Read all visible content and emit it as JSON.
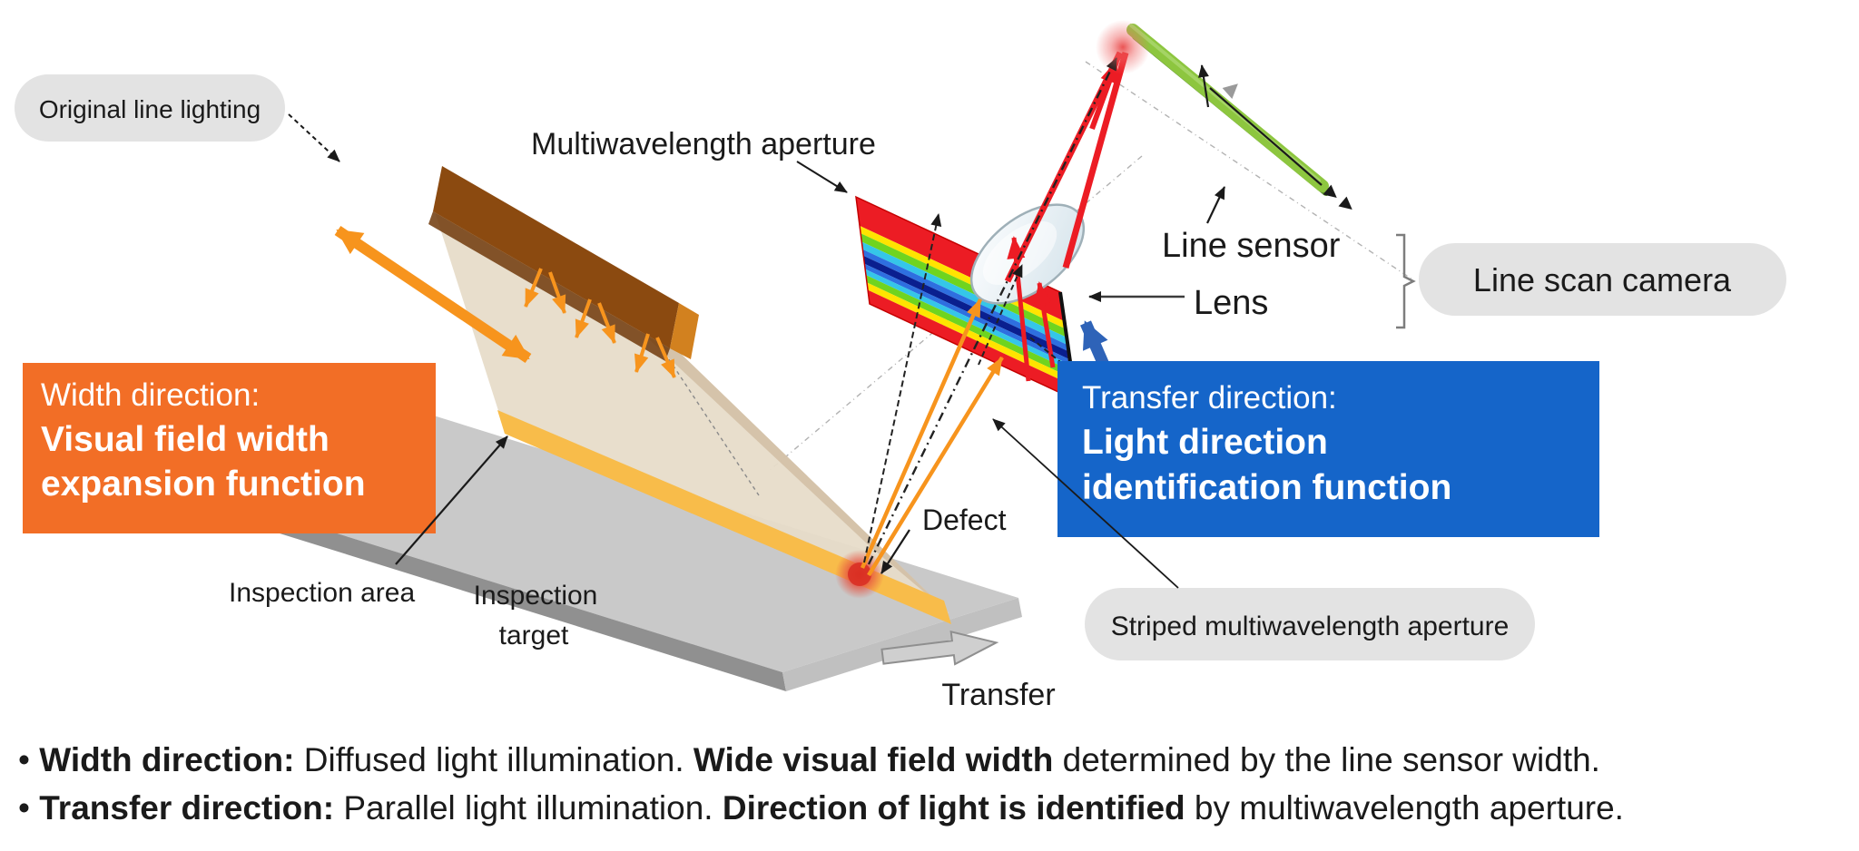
{
  "labels": {
    "original_line_lighting": "Original line lighting",
    "multiwavelength_aperture": "Multiwavelength aperture",
    "line_sensor": "Line sensor",
    "lens": "Lens",
    "line_scan_camera": "Line scan camera",
    "striped_aperture": "Striped multiwavelength aperture",
    "inspection_area": "Inspection area",
    "inspection_target_1": "Inspection",
    "inspection_target_2": "target",
    "defect": "Defect",
    "transfer": "Transfer"
  },
  "boxes": {
    "width": {
      "t1": "Width direction:",
      "t2": "Visual field width",
      "t3": "expansion function"
    },
    "transfer": {
      "t1": "Transfer direction:",
      "t2": "Light direction",
      "t3": "identification function"
    }
  },
  "bullets": {
    "b1": {
      "s0": "• ",
      "s1": "Width direction:",
      "s2": " Diffused light illumination. ",
      "s3": "Wide visual field width",
      "s4": " determined by the line sensor width."
    },
    "b2": {
      "s0": "• ",
      "s1": "Transfer direction:",
      "s2": " Parallel light illumination. ",
      "s3": "Direction of light is identified",
      "s4": " by multiwavelength aperture."
    }
  },
  "colors": {
    "orange_box": "#F26E26",
    "blue_box": "#1565C9",
    "badge_grey": "#E3E3E3",
    "defect_red": "#E8210D",
    "beam_red": "#EC1C24",
    "beam_orange": "#F7941D",
    "lighting_brown": "#8B4A10",
    "lighting_cap": "#D2811F",
    "sensor_green": "#8DC63F",
    "arrow_blue": "#2E63B8",
    "plate_grey": "#C9C9C9",
    "stripe_yellow": "#F8BC4A",
    "sheet_beige": "#E7DCC9"
  },
  "aperture": {
    "stripes": [
      {
        "t": 0.0,
        "h": 0.27,
        "color": "#EC1C24"
      },
      {
        "t": 0.27,
        "h": 0.07,
        "color": "#FFE400"
      },
      {
        "t": 0.34,
        "h": 0.08,
        "color": "#6FD41F"
      },
      {
        "t": 0.42,
        "h": 0.07,
        "color": "#35C6E8"
      },
      {
        "t": 0.49,
        "h": 0.06,
        "color": "#2E6FE0"
      },
      {
        "t": 0.55,
        "h": 0.075,
        "color": "#0A1F8F"
      },
      {
        "t": 0.625,
        "h": 0.05,
        "color": "#2E6FE0"
      },
      {
        "t": 0.675,
        "h": 0.055,
        "color": "#35C6E8"
      },
      {
        "t": 0.73,
        "h": 0.07,
        "color": "#6FD41F"
      },
      {
        "t": 0.8,
        "h": 0.07,
        "color": "#FFE400"
      },
      {
        "t": 0.87,
        "h": 0.13,
        "color": "#EC1C24"
      }
    ]
  }
}
